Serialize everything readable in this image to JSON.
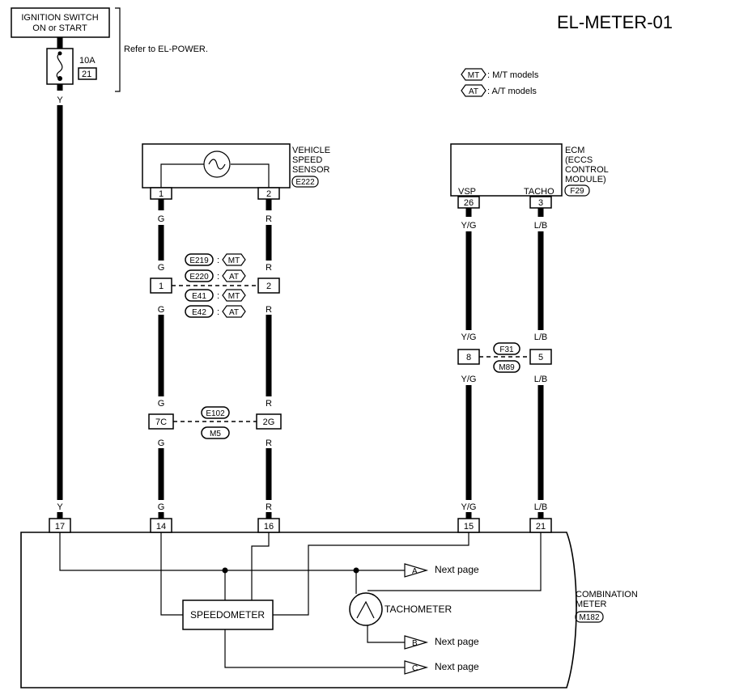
{
  "page_id": "EL-METER-01",
  "ignition": {
    "line1": "IGNITION SWITCH",
    "line2": "ON or START"
  },
  "fuse": {
    "amp": "10A",
    "number": "21"
  },
  "refer_note": "Refer to EL-POWER.",
  "legend": [
    {
      "code": "MT",
      "text": ": M/T models"
    },
    {
      "code": "AT",
      "text": ": A/T models"
    }
  ],
  "vss": {
    "title": [
      "VEHICLE",
      "SPEED",
      "SENSOR"
    ],
    "connector": "E222",
    "pin1": "1",
    "pin2": "2"
  },
  "ecm": {
    "title": [
      "ECM",
      "(ECCS",
      "CONTROL",
      "MODULE)"
    ],
    "connector": "F29",
    "vsp_label": "VSP",
    "tacho_label": "TACHO",
    "vsp_pin": "26",
    "tacho_pin": "3"
  },
  "wire_colors": {
    "y": "Y",
    "g": "G",
    "r": "R",
    "yg": "Y/G",
    "lb": "L/B"
  },
  "connector_pair_1": {
    "left_pin": "1",
    "right_pin": "2",
    "refs": [
      "E219",
      "E220",
      "E41",
      "E42"
    ],
    "models": [
      "MT",
      "AT",
      "MT",
      "AT"
    ],
    "sep": ":"
  },
  "connector_pair_2": {
    "left_pin": "7C",
    "right_pin": "2G",
    "refs": [
      "E102",
      "M5"
    ]
  },
  "connector_pair_3": {
    "left_pin": "8",
    "right_pin": "5",
    "refs": [
      "F31",
      "M89"
    ]
  },
  "meter_pins": [
    "17",
    "14",
    "16",
    "15",
    "21"
  ],
  "speedometer_label": "SPEEDOMETER",
  "tachometer_label": "TACHOMETER",
  "combination_meter": {
    "title": [
      "COMBINATION",
      "METER"
    ],
    "connector": "M182"
  },
  "next_pages": [
    {
      "letter": "A",
      "text": "Next page"
    },
    {
      "letter": "B",
      "text": "Next page"
    },
    {
      "letter": "C",
      "text": "Next page"
    }
  ]
}
